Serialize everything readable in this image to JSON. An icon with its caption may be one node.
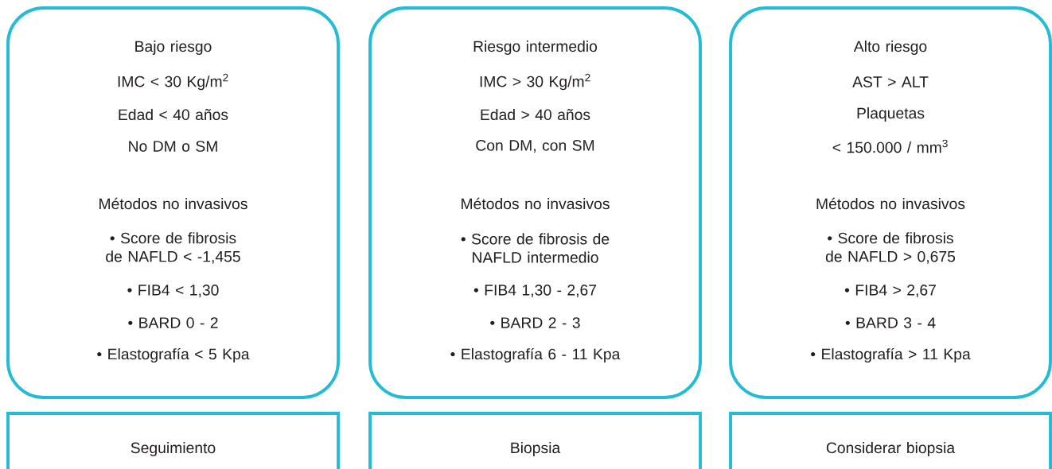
{
  "diagram": {
    "nodes": [
      {
        "text": [
          "Bajo riesgo",
          "IMC < 30 Kg/m$^{2}$",
          "Edad < 40 años",
          "No DM o SM",
          "Métodos no invasivos",
          "• Score de fibrosis de NAFLD < -1,455",
          "• FIB4 < 1,30",
          "• BARD 0 - 2",
          "• Elastografía < 5 Kpa"
        ]
      },
      {
        "text": [
          "Riesgo intermedio",
          "IMC > 30 Kg/m$^{2}$",
          "Edad > 40 años",
          "Con DM, con SM",
          "Métodos no invasivos",
          "• Score de fibrosis de NAFLD intermedio",
          "• FIB4 1,30 - 2,67",
          "• BARD 2 - 3",
          "• Elastografía 6 - 11 Kpa"
        ]
      },
      {
        "text": [
          "Alto riesgo",
          "AST > ALT",
          "Plaquetas",
          "< 150.000 / mm$^{3}$",
          "Métodos no invasivos",
          "• Score de fibrosis de NAFLD > 0,675",
          "• FIB4 > 2,67",
          "• BARD 3 - 4",
          "• Elastografía > 11 Kpa"
        ]
      },
      {
        "text": [
          "Seguimiento"
        ]
      },
      {
        "text": [
          "Biopsia"
        ]
      },
      {
        "text": [
          "Considerar biopsia"
        ]
      }
    ]
  }
}
